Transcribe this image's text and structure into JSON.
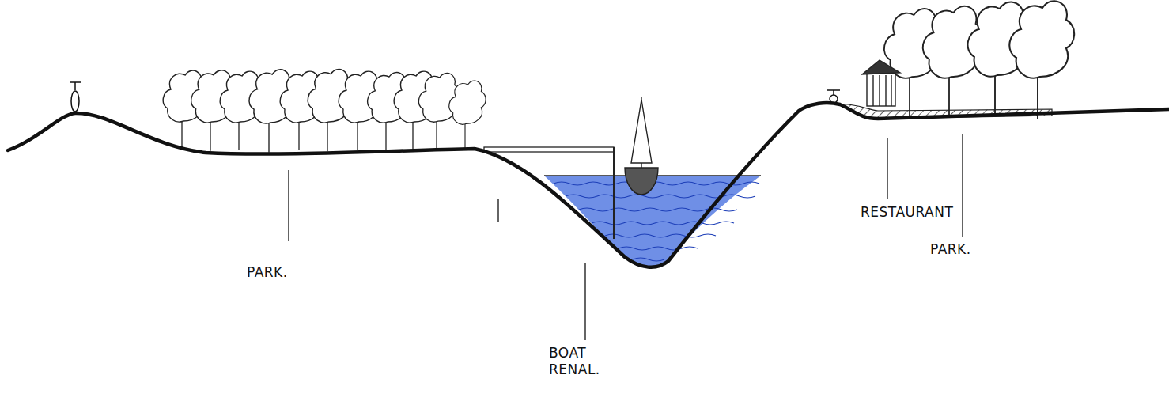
{
  "diagram": {
    "labels": [
      "PARK.",
      "BOAT RENAL.",
      "RESTAURANT",
      "PARK."
    ]
  }
}
